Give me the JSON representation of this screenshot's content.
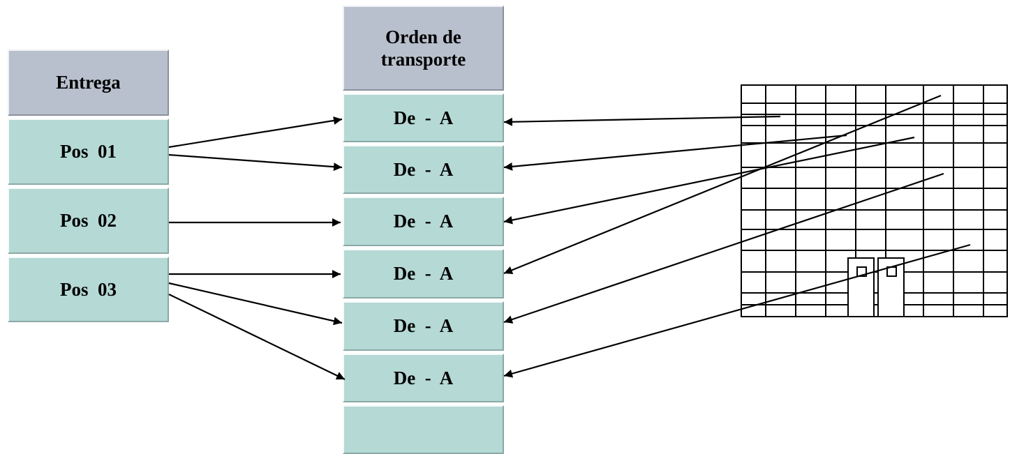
{
  "entrega": {
    "header": "Entrega",
    "items": [
      "Pos  01",
      "Pos  02",
      "Pos  03"
    ]
  },
  "orden": {
    "header": "Orden de\ntransporte",
    "items": [
      "De  -  A",
      "De  -  A",
      "De  -  A",
      "De  -  A",
      "De  -  A",
      "De  -  A",
      ""
    ]
  },
  "colors": {
    "header_fill": "#b9c0cd",
    "item_fill": "#b5d9d5",
    "line": "#000000"
  }
}
